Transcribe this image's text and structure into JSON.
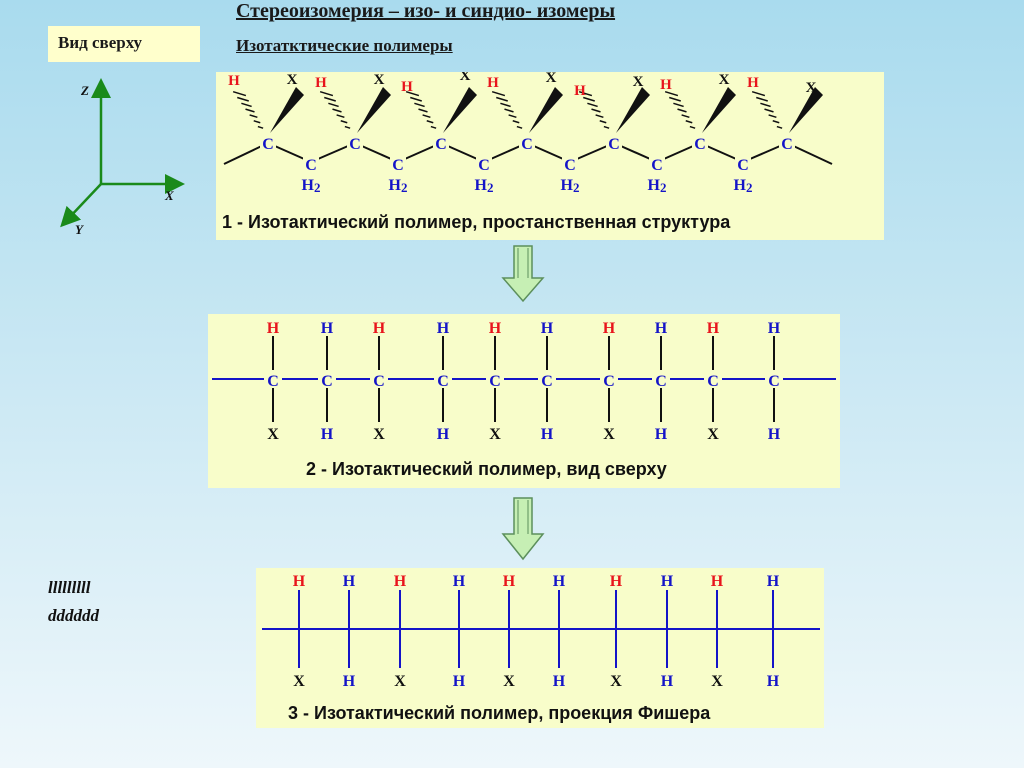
{
  "title": "Стереоизомерия – изо- и синдио- изомеры",
  "subtitle": "Изотатктические полимеры",
  "top_view_label": "Вид сверху",
  "axes": {
    "z": "Z",
    "x": "X",
    "y": "Y"
  },
  "side_labels": [
    "lllllllll",
    "dddddd"
  ],
  "panel1": {
    "caption": "1 - Изотактический полимер, простанственная структура",
    "carbon": "C",
    "ch2_label": "H2",
    "h": "H",
    "x": "X"
  },
  "panel2": {
    "caption": "2 - Изотактический полимер, вид сверху",
    "top_row": [
      "H",
      "H",
      "H",
      "H",
      "H",
      "H",
      "H",
      "H",
      "H",
      "H"
    ],
    "bottom_row": [
      "X",
      "H",
      "X",
      "H",
      "X",
      "H",
      "X",
      "H",
      "X",
      "H"
    ],
    "carbon": "C"
  },
  "panel3": {
    "caption": "3 - Изотактический полимер, проекция Фишера",
    "top_row": [
      "H",
      "H",
      "H",
      "H",
      "H",
      "H",
      "H",
      "H",
      "H",
      "H"
    ],
    "bottom_row": [
      "X",
      "H",
      "X",
      "H",
      "X",
      "H",
      "X",
      "H",
      "X",
      "H"
    ]
  },
  "colors": {
    "red": "#e8141c",
    "blue": "#1414c8",
    "panel": "#f8fdca",
    "arrow_fill": "#c6efb4",
    "arrow_stroke": "#5c8f5c",
    "axis": "#1a8a1a"
  }
}
